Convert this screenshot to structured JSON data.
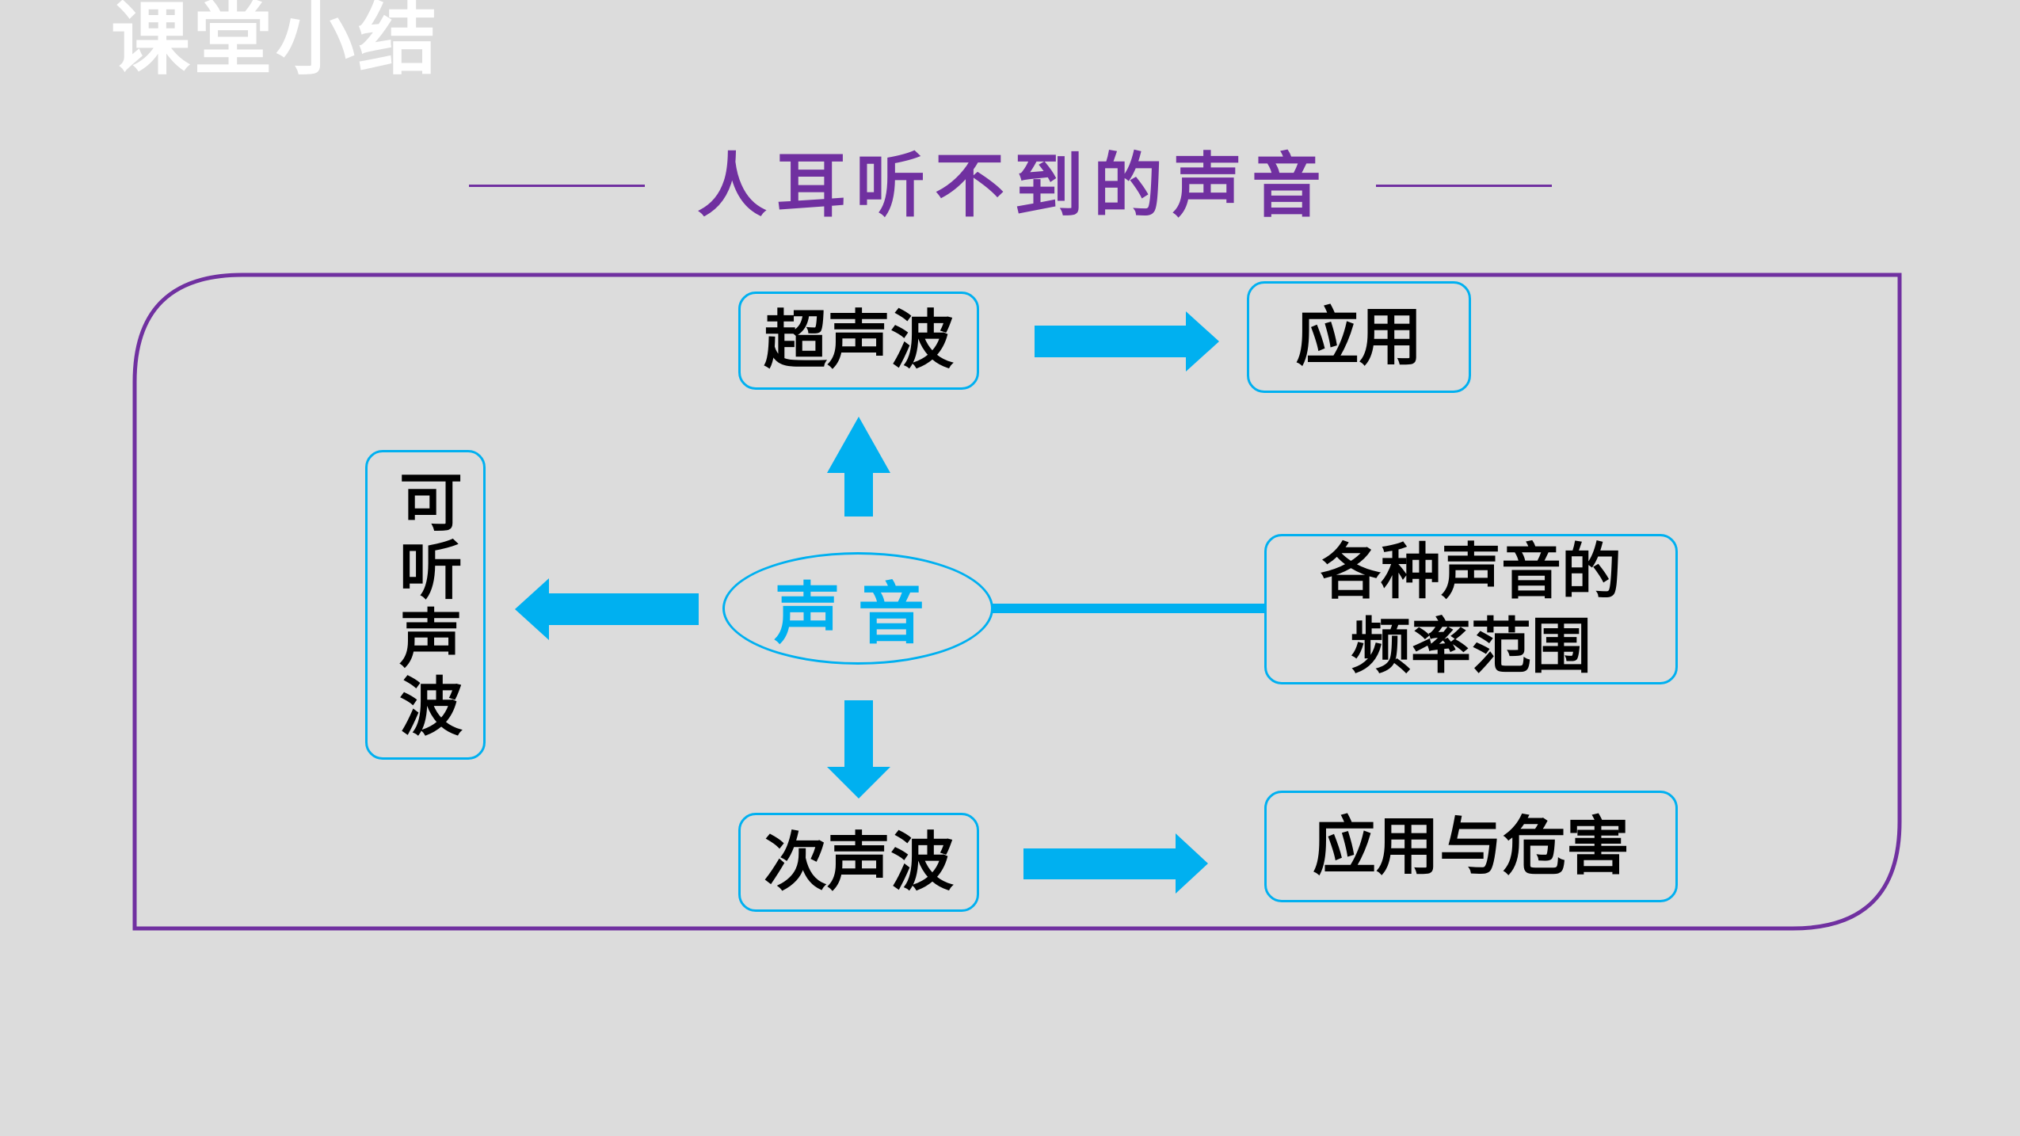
{
  "slide": {
    "section_title": "课堂小结",
    "heading": "人耳听不到的声音"
  },
  "diagram": {
    "center": "声音",
    "audible": "可听声波",
    "ultrasonic": "超声波",
    "ultrasonic_use": "应用",
    "infrasonic": "次声波",
    "infrasonic_use": "应用与危害",
    "frequency_range": "各种声音的频率范围"
  },
  "colors": {
    "accent_purple": "#7030a0",
    "arrow_blue": "#00b0f0",
    "background": "#dcdcdc"
  }
}
